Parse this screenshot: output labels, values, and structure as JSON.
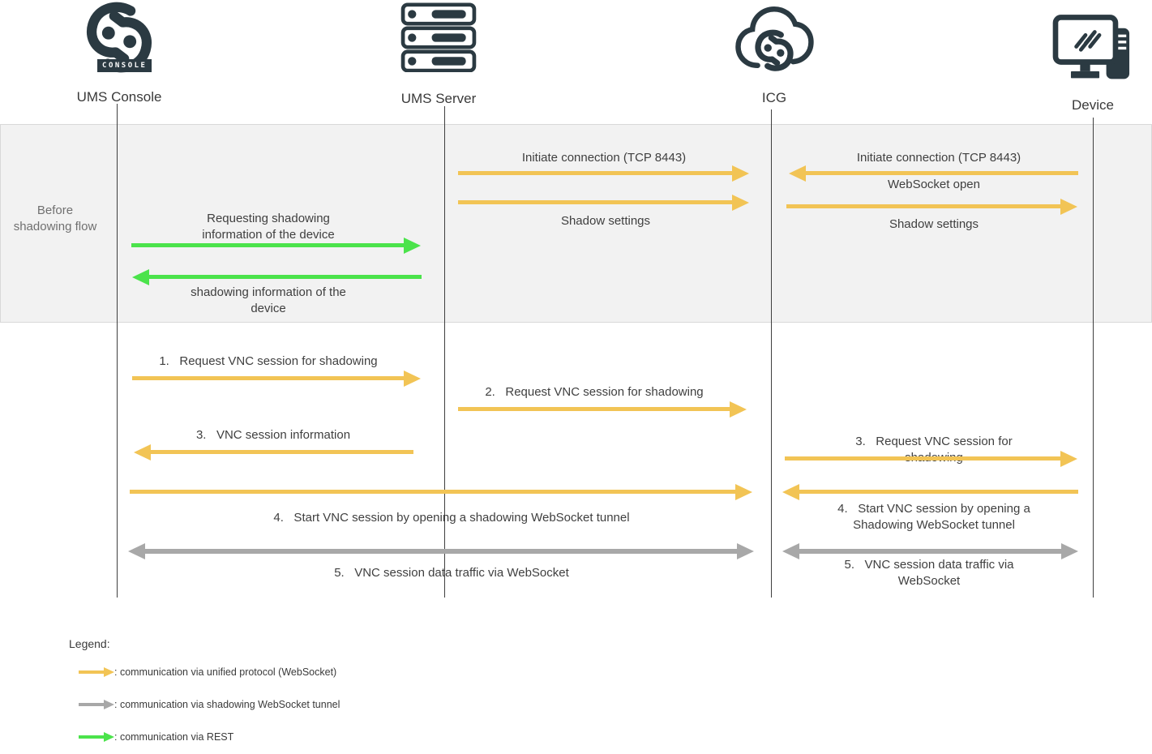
{
  "header": {
    "actors": [
      {
        "label": "UMS Console"
      },
      {
        "label": "UMS Server"
      },
      {
        "label": "ICG"
      },
      {
        "label": "Device"
      }
    ],
    "console_badge": "CONSOLE"
  },
  "phase": {
    "label": "Before shadowing flow"
  },
  "messages": {
    "init_server_icg": "Initiate connection (TCP 8443)",
    "init_device_icg": "Initiate connection (TCP 8443)",
    "websocket_open": "WebSocket open",
    "shadow_settings_server_icg": "Shadow settings",
    "shadow_settings_icg_device": "Shadow settings",
    "req_shadow_info": "Requesting shadowing\ninformation of the device",
    "shadow_info": "shadowing information of the\ndevice",
    "step1": "1.   Request VNC session for shadowing",
    "step2": "2.   Request VNC session for shadowing",
    "step3_left": "3.   VNC session information",
    "step3_right": "3.   Request VNC session for shadowing",
    "step4_left": "4.   Start VNC session by opening a shadowing WebSocket tunnel",
    "step4_right": "4.   Start VNC session by opening a\nShadowing WebSocket tunnel",
    "step5_left": "5.   VNC session data traffic via WebSocket",
    "step5_right": "5.   VNC session data traffic via\nWebSocket"
  },
  "legend": {
    "title": "Legend:",
    "items": [
      {
        "label": ": communication via unified protocol (WebSocket)",
        "color": "#F2C455"
      },
      {
        "label": ": communication via shadowing WebSocket tunnel",
        "color": "#A8A8A8"
      },
      {
        "label": ": communication via REST",
        "color": "#4BE34B"
      }
    ]
  },
  "colors": {
    "unified": "#F2C455",
    "tunnel": "#A8A8A8",
    "rest": "#4BE34B",
    "icon": "#2B3A42",
    "band": "#F2F2F2"
  }
}
